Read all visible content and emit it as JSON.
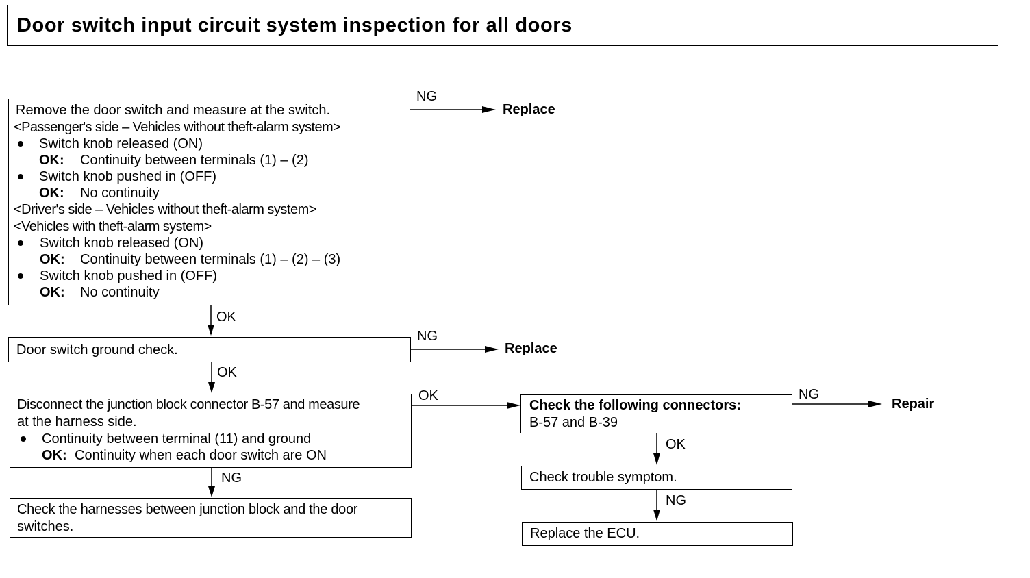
{
  "title": "Door switch input circuit system inspection for all doors",
  "step1": {
    "line1": "Remove the door switch and measure at the switch.",
    "line2": "<Passenger's side – Vehicles without theft-alarm system>",
    "bullet1": "Switch knob released (ON)",
    "ok1_label": "OK:",
    "ok1_text": "Continuity between terminals (1) – (2)",
    "bullet2": "Switch knob pushed in (OFF)",
    "ok2_label": "OK:",
    "ok2_text": "No continuity",
    "line3": "<Driver's side – Vehicles without theft-alarm system>",
    "line4": "<Vehicles with theft-alarm system>",
    "bullet3": "Switch knob released (ON)",
    "ok3_label": "OK:",
    "ok3_text": "Continuity between terminals (1) – (2) – (3)",
    "bullet4": "Switch knob pushed in (OFF)",
    "ok4_label": "OK:",
    "ok4_text": "No continuity"
  },
  "step2": {
    "text": "Door switch ground check."
  },
  "step3": {
    "line1": "Disconnect the junction block connector B-57 and measure",
    "line2": "at the harness side.",
    "bullet1": "Continuity between terminal (11) and ground",
    "ok_label": "OK:",
    "ok_text": "Continuity when each door switch are ON"
  },
  "step4": {
    "line1": "Check the harnesses between junction block and the door",
    "line2": "switches."
  },
  "step5": {
    "line1": "Check the following connectors:",
    "line2": "B-57 and B-39"
  },
  "step6": {
    "text": "Check trouble symptom."
  },
  "step7": {
    "text": "Replace the ECU."
  },
  "labels": {
    "ng1": "NG",
    "ok1": "OK",
    "ng2": "NG",
    "ok2": "OK",
    "ok3": "OK",
    "ng3": "NG",
    "ng4": "NG",
    "ok4": "OK",
    "ng5": "NG"
  },
  "actions": {
    "replace1": "Replace",
    "replace2": "Replace",
    "repair": "Repair"
  }
}
